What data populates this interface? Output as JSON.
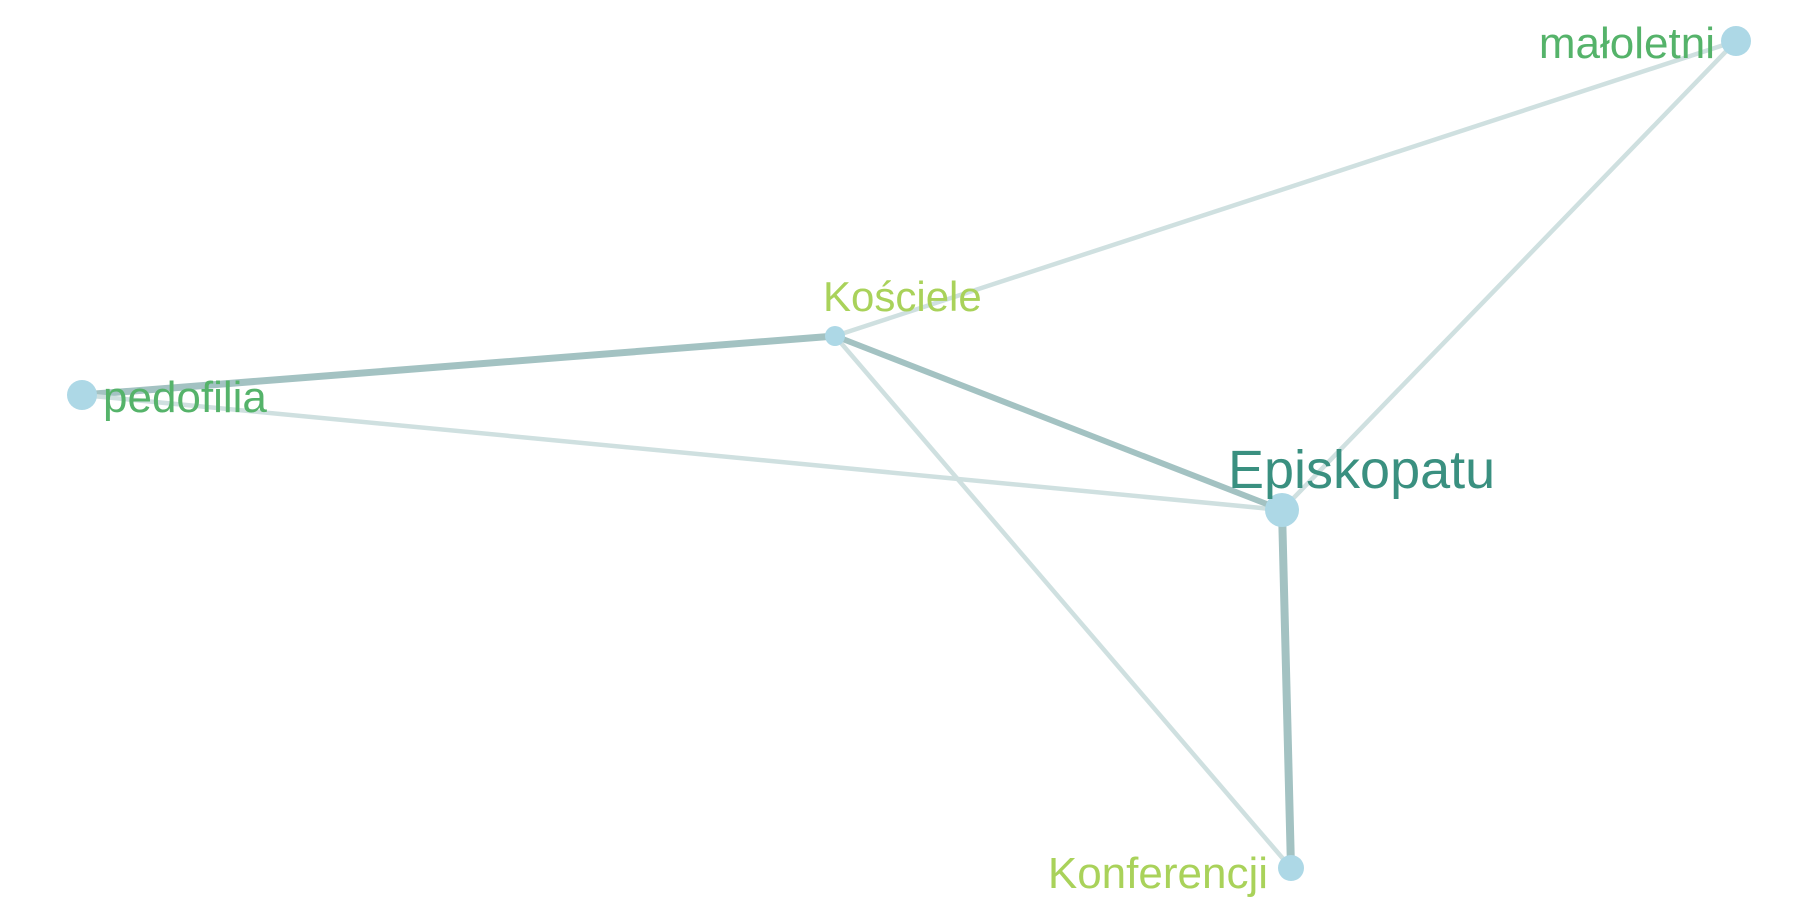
{
  "graph": {
    "node_color": "#add8e6",
    "nodes": [
      {
        "id": "maloletni",
        "label": "małoletni",
        "color": "#55b36a"
      },
      {
        "id": "koscicle",
        "label": "Kościele",
        "color": "#a9d25a"
      },
      {
        "id": "pedofilia",
        "label": "pedofilia",
        "color": "#55b36a"
      },
      {
        "id": "episkopatu",
        "label": "Episkopatu",
        "color": "#3a9080"
      },
      {
        "id": "konferencji",
        "label": "Konferencji",
        "color": "#a9d25a"
      }
    ],
    "edges": [
      {
        "source": "koscicle",
        "target": "maloletni",
        "color": "#cfe0e0"
      },
      {
        "source": "episkopatu",
        "target": "maloletni",
        "color": "#cfe0e0"
      },
      {
        "source": "pedofilia",
        "target": "koscicle",
        "color": "#a3c2c2"
      },
      {
        "source": "pedofilia",
        "target": "episkopatu",
        "color": "#cfe0e0"
      },
      {
        "source": "koscicle",
        "target": "episkopatu",
        "color": "#a3c2c2"
      },
      {
        "source": "koscicle",
        "target": "konferencji",
        "color": "#cfe0e0"
      },
      {
        "source": "episkopatu",
        "target": "konferencji",
        "color": "#a3c2c2"
      }
    ]
  }
}
